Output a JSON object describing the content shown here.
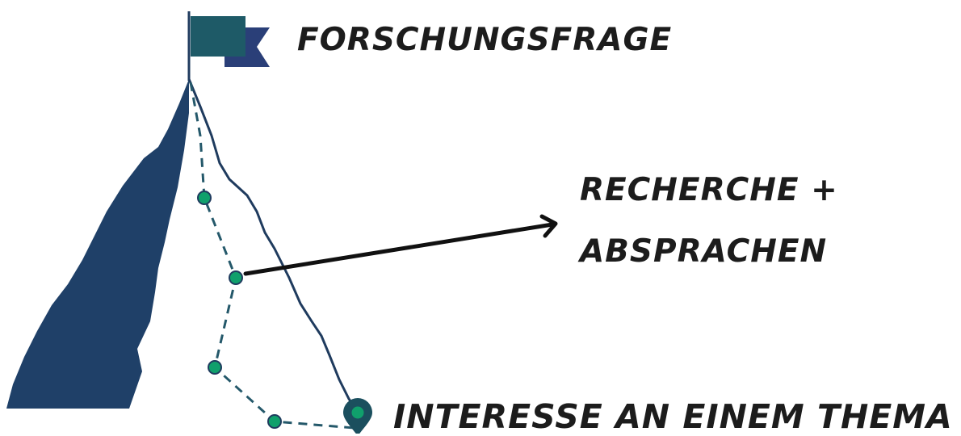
{
  "labels": {
    "goal": "FORSCHUNGSFRAGE",
    "milestone_line1": "RECHERCHE +",
    "milestone_line2": "ABSPRACHEN",
    "start": "INTERESSE AN EINEM THEMA"
  },
  "colors": {
    "mountain": "#1f4068",
    "ridge_line": "#1f3b5e",
    "flag": "#1e5a67",
    "flag_back": "#2a3f78",
    "waypoint": "#10a06c",
    "path": "#24586a",
    "pin": "#1b4f5e",
    "arrow": "#111111",
    "text": "#1c1c1c"
  },
  "icons": [
    "flag-icon",
    "location-pin-icon",
    "arrow-icon"
  ]
}
